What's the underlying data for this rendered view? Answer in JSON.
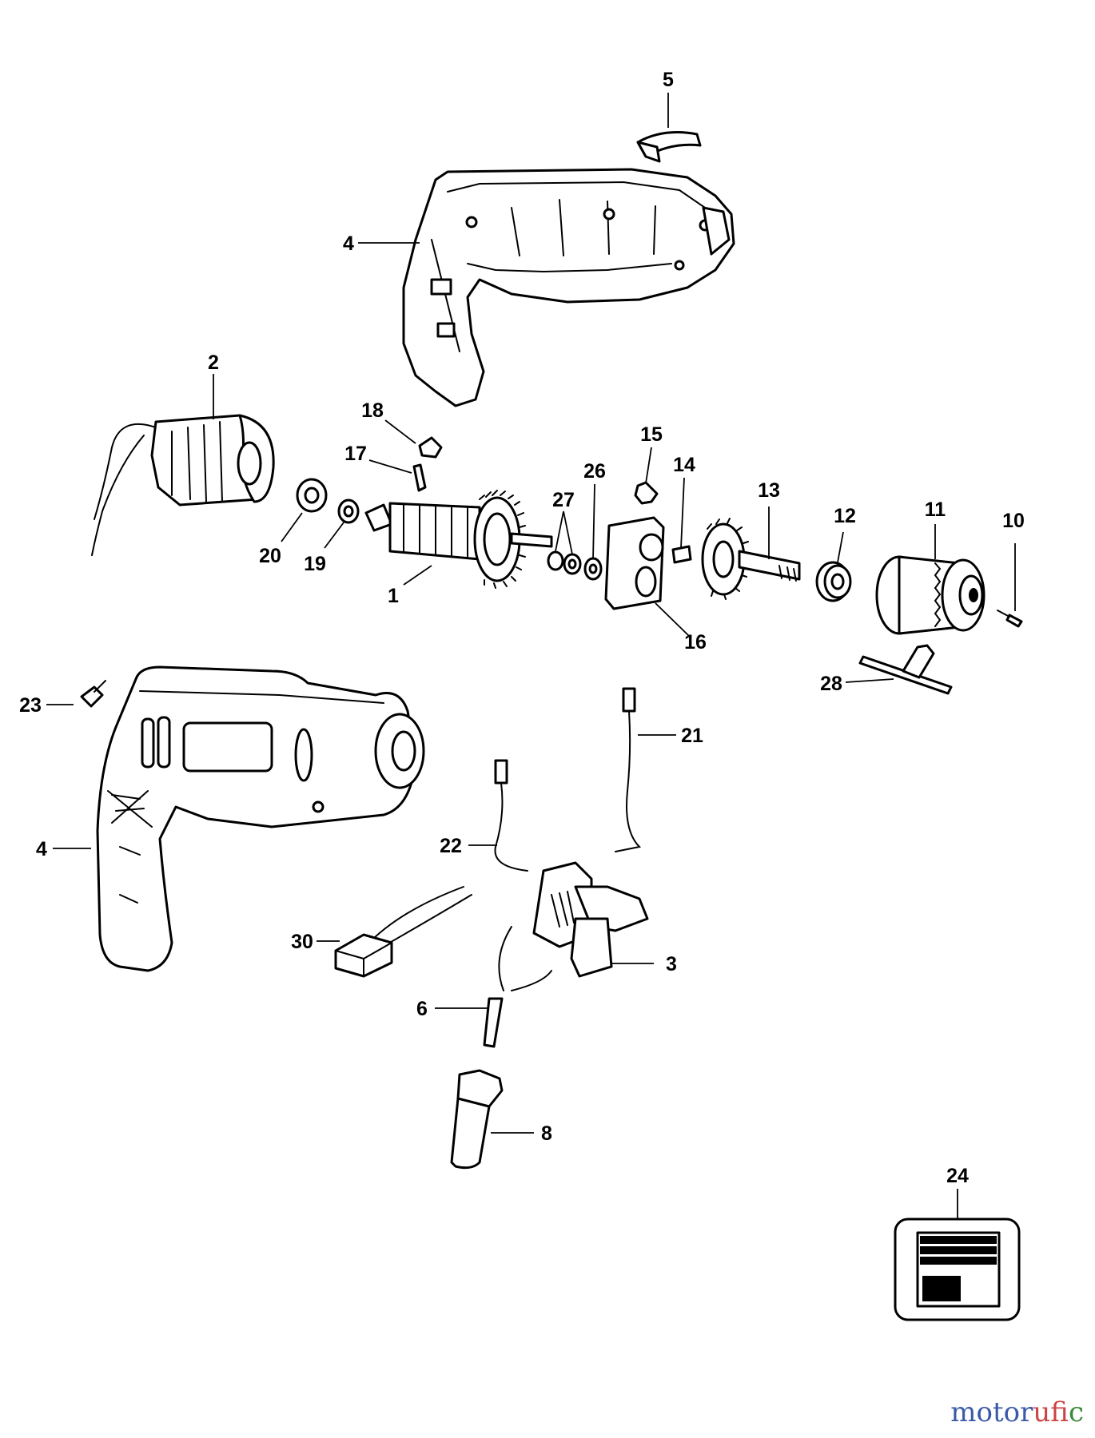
{
  "callouts": {
    "c5": "5",
    "c4a": "4",
    "c2": "2",
    "c18": "18",
    "c17": "17",
    "c15": "15",
    "c14": "14",
    "c26": "26",
    "c27": "27",
    "c13": "13",
    "c12": "12",
    "c11": "11",
    "c10": "10",
    "c20": "20",
    "c19": "19",
    "c1": "1",
    "c16": "16",
    "c28": "28",
    "c23": "23",
    "c21": "21",
    "c4b": "4",
    "c22": "22",
    "c30": "30",
    "c3": "3",
    "c6": "6",
    "c8": "8",
    "c24": "24"
  },
  "watermark": {
    "part_a": "motor",
    "part_b": "uf",
    "part_c": "ic"
  }
}
